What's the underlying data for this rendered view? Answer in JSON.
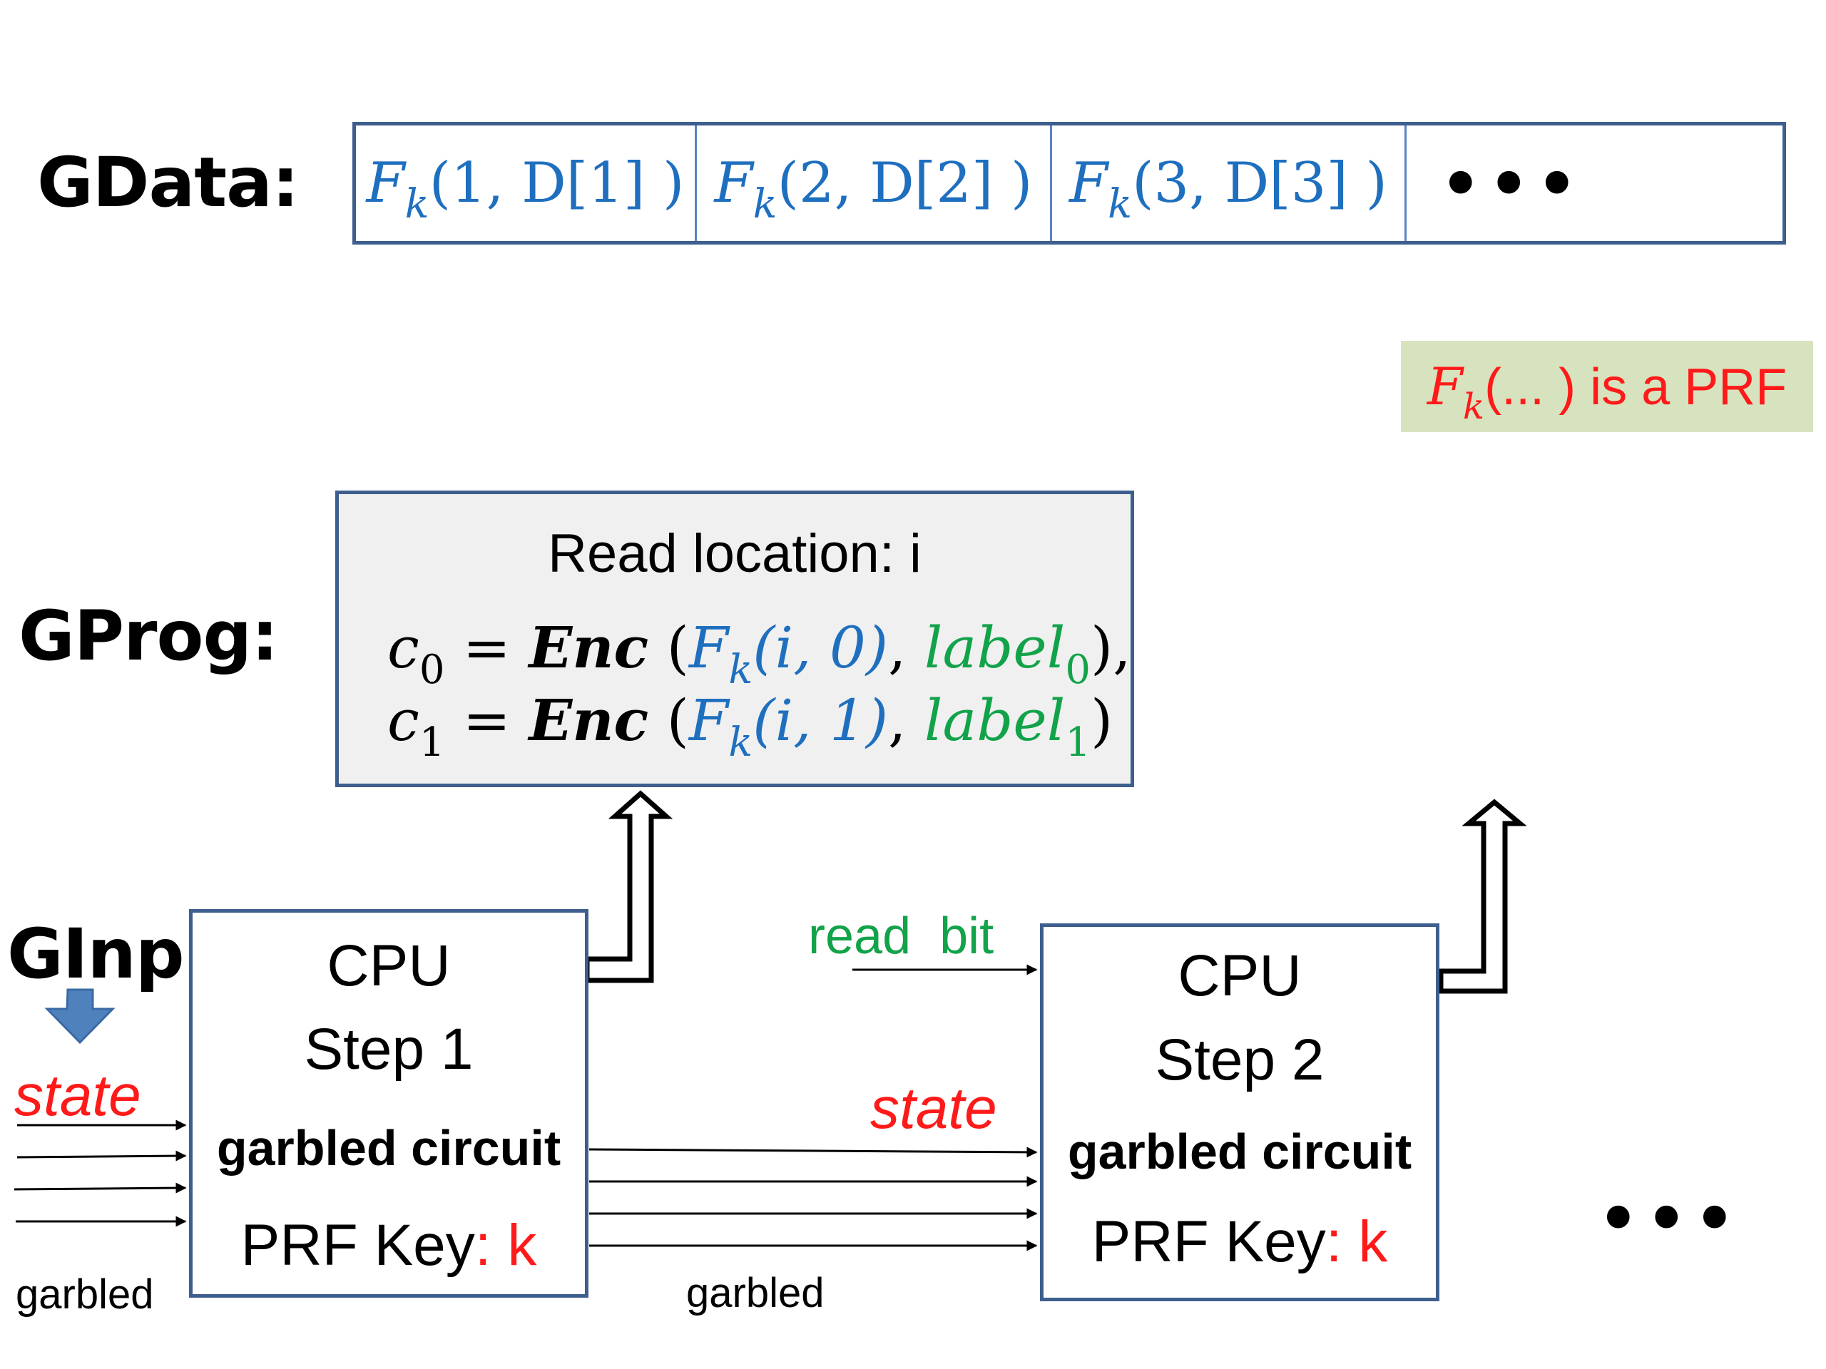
{
  "sections": {
    "gdata_label": "GData:",
    "gprog_label": "GProg:",
    "ginp_label": "GInp"
  },
  "gdata": {
    "cells": [
      {
        "func": "F",
        "sub": "k",
        "args": "(1, D[1] )"
      },
      {
        "func": "F",
        "sub": "k",
        "args": "(2, D[2] )"
      },
      {
        "func": "F",
        "sub": "k",
        "args": "(3, D[3] )"
      }
    ],
    "ellipsis": "•••"
  },
  "prf_note": {
    "func": "F",
    "sub": "k",
    "args": "(... )",
    "text": " is a PRF"
  },
  "gprog": {
    "title": "Read location: i",
    "equations": [
      {
        "lhs": "c",
        "lhs_sub": "0",
        "eq": " = ",
        "enc": "Enc",
        "open": " (",
        "prf": "F",
        "prf_sub": "k",
        "prf_args": "(i, 0)",
        "comma": ",  ",
        "label": "label",
        "label_sub": "0",
        "close": "),"
      },
      {
        "lhs": "c",
        "lhs_sub": "1",
        "eq": " = ",
        "enc": "Enc",
        "open": " (",
        "prf": "F",
        "prf_sub": "k",
        "prf_args": "(i, 1)",
        "comma": ",  ",
        "label": "label",
        "label_sub": "1",
        "close": ")"
      }
    ]
  },
  "cpu_steps": [
    {
      "title": "CPU",
      "step": "Step 1",
      "circuit": "garbled circuit",
      "key_label": "PRF Key",
      "key_colon": ": ",
      "key_value": "k"
    },
    {
      "title": "CPU",
      "step": "Step 2",
      "circuit": "garbled circuit",
      "key_label": "PRF Key",
      "key_colon": ": ",
      "key_value": "k"
    }
  ],
  "wires": {
    "state_label": "state",
    "garbled_label": "garbled",
    "read_bit_label": "read  bit",
    "wire_count": 4
  },
  "trailing_ellipsis": "•••",
  "colors": {
    "box_border": "#3e5f8e",
    "prf_blue": "#1f6fbf",
    "label_green": "#12a34a",
    "state_red": "#ff1a1a",
    "note_bg": "#d7e3bf",
    "gprog_bg": "#f0f0f0",
    "ginp_arrow": "#4f81bd"
  }
}
